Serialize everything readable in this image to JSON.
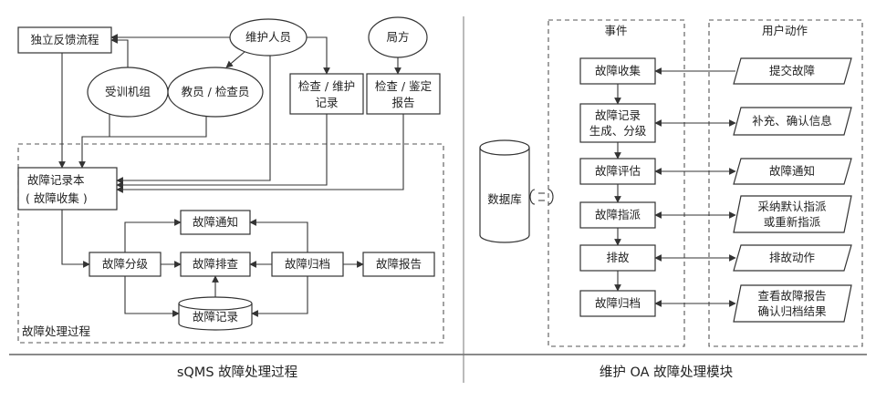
{
  "left": {
    "independent_feedback": "独立反馈流程",
    "maintenance_staff": "维护人员",
    "bureau": "局方",
    "trained_crew": "受训机组",
    "instructor": "教员 / 检查员",
    "check_record_line1": "检查 / 维护",
    "check_record_line2": "记录",
    "check_report_line1": "检查 / 鉴定",
    "check_report_line2": "报告",
    "fault_book_line1": "故障记录本",
    "fault_book_line2": "( 故障收集 )",
    "fault_notice": "故障通知",
    "fault_classify": "故障分级",
    "fault_troubleshoot": "故障排查",
    "fault_archive": "故障归档",
    "fault_report": "故障报告",
    "fault_record_db": "故障记录",
    "process_area_label": "故障处理过程",
    "caption": "sQMS 故障处理过程"
  },
  "right": {
    "events_header": "事件",
    "user_actions_header": "用户动作",
    "database": "数据库",
    "events": [
      {
        "line1": "故障收集",
        "line2": ""
      },
      {
        "line1": "故障记录",
        "line2": "生成、分级"
      },
      {
        "line1": "故障评估",
        "line2": ""
      },
      {
        "line1": "故障指派",
        "line2": ""
      },
      {
        "line1": "排故",
        "line2": ""
      },
      {
        "line1": "故障归档",
        "line2": ""
      }
    ],
    "actions": [
      {
        "line1": "提交故障",
        "line2": ""
      },
      {
        "line1": "补充、确认信息",
        "line2": ""
      },
      {
        "line1": "故障通知",
        "line2": ""
      },
      {
        "line1": "采纳默认指派",
        "line2": "或重新指派"
      },
      {
        "line1": "排故动作",
        "line2": ""
      },
      {
        "line1": "查看故障报告",
        "line2": "确认归档结果"
      }
    ],
    "caption": "维护 OA 故障处理模块"
  }
}
